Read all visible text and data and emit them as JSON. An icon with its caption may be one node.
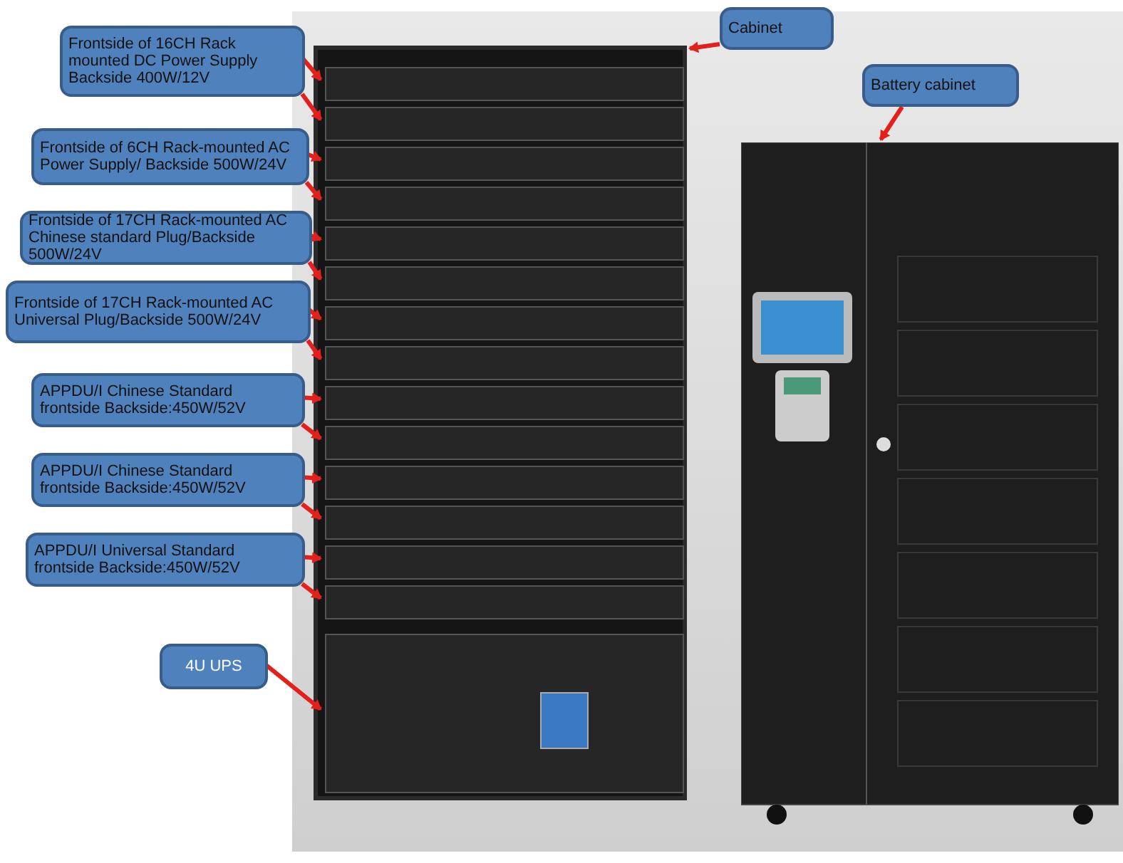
{
  "diagram": {
    "nodes": [
      {
        "text": [
          "Frontside of 16CH Rack mounted DC Power Supply Backside 400W/12V"
        ]
      },
      {
        "text": [
          "Frontside of 6CH Rack-mounted AC Power Supply/ Backside 500W/24V"
        ]
      },
      {
        "text": [
          "Frontside of 17CH Rack-mounted AC Chinese standard Plug/Backside 500W/24V"
        ]
      },
      {
        "text": [
          "Frontside of 17CH Rack-mounted AC Universal Plug/Backside 500W/24V"
        ]
      },
      {
        "text": [
          "APPDU/I Chinese Standard frontside Backside:450W/52V"
        ]
      },
      {
        "text": [
          "APPDU/I Chinese Standard frontside Backside:450W/52V"
        ]
      },
      {
        "text": [
          "APPDU/I Universal Standard frontside Backside:450W/52V"
        ]
      },
      {
        "text": [
          "4U UPS"
        ]
      },
      {
        "text": [
          "Cabinet"
        ]
      },
      {
        "text": [
          "Battery cabinet"
        ]
      },
      {
        "text": [],
        "shape": "picture"
      },
      {
        "text": [],
        "shape": "box",
        "in": 10
      },
      {
        "text": [],
        "shape": "box",
        "in": 10
      },
      {
        "text": [],
        "shape": "box",
        "in": 10
      },
      {
        "text": [],
        "shape": "box",
        "in": 10
      },
      {
        "text": [],
        "shape": "box",
        "in": 10
      },
      {
        "text": [],
        "shape": "box",
        "in": 10
      },
      {
        "text": [],
        "shape": "box",
        "in": 10
      },
      {
        "text": [],
        "shape": "box",
        "in": 10
      },
      {
        "text": [],
        "shape": "box",
        "in": 10
      },
      {
        "text": [],
        "shape": "box",
        "in": 10
      },
      {
        "text": [],
        "shape": "box",
        "in": 10
      },
      {
        "text": [],
        "shape": "box",
        "in": 10
      },
      {
        "text": [],
        "shape": "box",
        "in": 10
      },
      {
        "text": [],
        "shape": "box",
        "in": 10
      },
      {
        "text": [],
        "shape": "box",
        "in": 10
      },
      {
        "text": [],
        "shape": "picture"
      }
    ],
    "edges": [
      {
        "from": 0,
        "to": 11,
        "arrow": "to"
      },
      {
        "from": 0,
        "to": 12,
        "arrow": "to"
      },
      {
        "from": 1,
        "to": 13,
        "arrow": "to"
      },
      {
        "from": 1,
        "to": 14,
        "arrow": "to"
      },
      {
        "from": 2,
        "to": 15,
        "arrow": "to"
      },
      {
        "from": 2,
        "to": 16,
        "arrow": "to"
      },
      {
        "from": 3,
        "to": 17,
        "arrow": "to"
      },
      {
        "from": 3,
        "to": 18,
        "arrow": "to"
      },
      {
        "from": 4,
        "to": 19,
        "arrow": "to"
      },
      {
        "from": 4,
        "to": 20,
        "arrow": "to"
      },
      {
        "from": 5,
        "to": 21,
        "arrow": "to"
      },
      {
        "from": 5,
        "to": 22,
        "arrow": "to"
      },
      {
        "from": 6,
        "to": 23,
        "arrow": "to"
      },
      {
        "from": 6,
        "to": 24,
        "arrow": "to"
      },
      {
        "from": 7,
        "to": 25,
        "arrow": "to"
      },
      {
        "from": 8,
        "to": 10,
        "arrow": "to"
      },
      {
        "from": 9,
        "to": 26,
        "arrow": "to"
      }
    ]
  }
}
